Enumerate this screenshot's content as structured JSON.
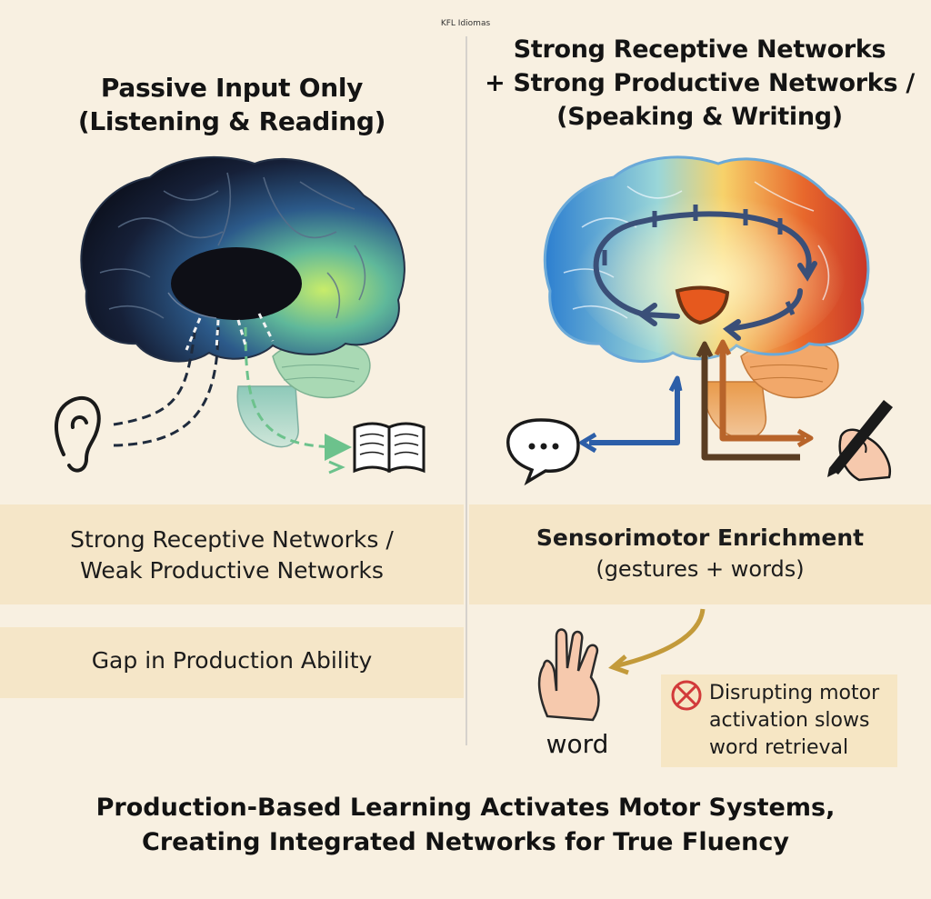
{
  "credit": "KFL Idiomas",
  "left": {
    "title_line1": "Passive Input Only",
    "title_line2": "(Listening & Reading)",
    "band_line1": "Strong Receptive Networks /",
    "band_line2": "Weak Productive Networks",
    "gap_label": "Gap in Production Ability"
  },
  "right": {
    "title_line1": "Strong Receptive Networks",
    "title_line2": "+ Strong Productive Networks /",
    "title_line3": "(Speaking & Writing)",
    "band_title": "Sensorimotor Enrichment",
    "band_subtitle": "(gestures + words)",
    "word_label": "word",
    "note_line1": "Disrupting motor",
    "note_line2": "activation slows",
    "note_line3": "word retrieval"
  },
  "footer": {
    "line1": "Production-Based Learning Activates Motor Systems,",
    "line2": "Creating Integrated Networks for True Fluency"
  },
  "icons": [
    "ear-icon",
    "book-icon",
    "speech-bubble-icon",
    "writing-hand-icon",
    "raised-hand-icon",
    "no-symbol-icon"
  ],
  "colors": {
    "background": "#f8f0e1",
    "band": "#f5e6c8",
    "receptive_blue": "#2c5fa0",
    "productive_orange": "#b8642a",
    "note_red": "#d23a3a"
  }
}
